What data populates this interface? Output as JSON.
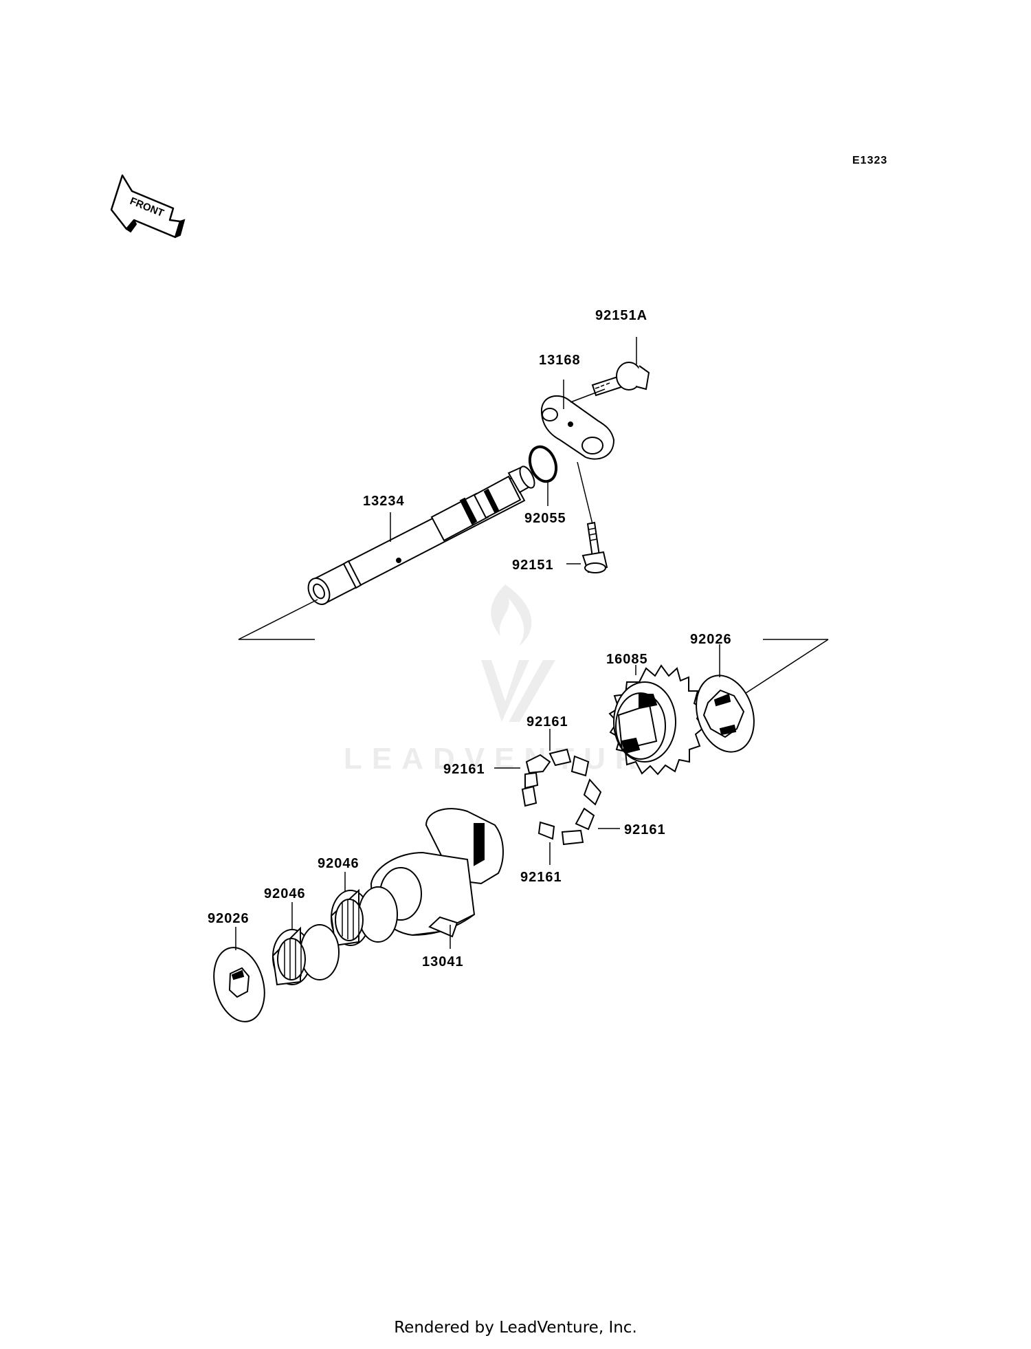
{
  "diagram_code": "E1323",
  "front_arrow_label": "FRONT",
  "watermark_text": "LEADVENTURE",
  "footer_text": "Rendered by LeadVenture, Inc.",
  "parts": {
    "p92151A": "92151A",
    "p13168": "13168",
    "p92055": "92055",
    "p13234": "13234",
    "p92151": "92151",
    "p92026_right": "92026",
    "p16085": "16085",
    "p92161_top": "92161",
    "p92161_left": "92161",
    "p92161_right": "92161",
    "p92161_bottom": "92161",
    "p92046_upper": "92046",
    "p92046_lower": "92046",
    "p92026_left": "92026",
    "p13041": "13041"
  }
}
